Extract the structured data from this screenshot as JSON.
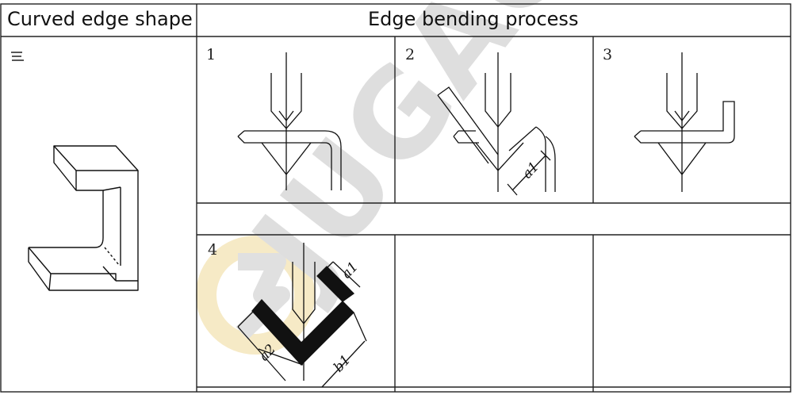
{
  "table": {
    "header_left": "Curved edge shape",
    "header_right": "Edge bending process"
  },
  "steps": [
    {
      "number": "1"
    },
    {
      "number": "2",
      "dimension": "a1"
    },
    {
      "number": "3"
    },
    {
      "number": "4",
      "dimensions": [
        "a1",
        "a2",
        "b1"
      ]
    }
  ],
  "watermark": {
    "text": "JUGAO"
  },
  "colors": {
    "grid": "#222222",
    "drawing": "#111111",
    "watermark_gray": "#cfcfcf",
    "watermark_yellow": "#f3e3b3"
  }
}
